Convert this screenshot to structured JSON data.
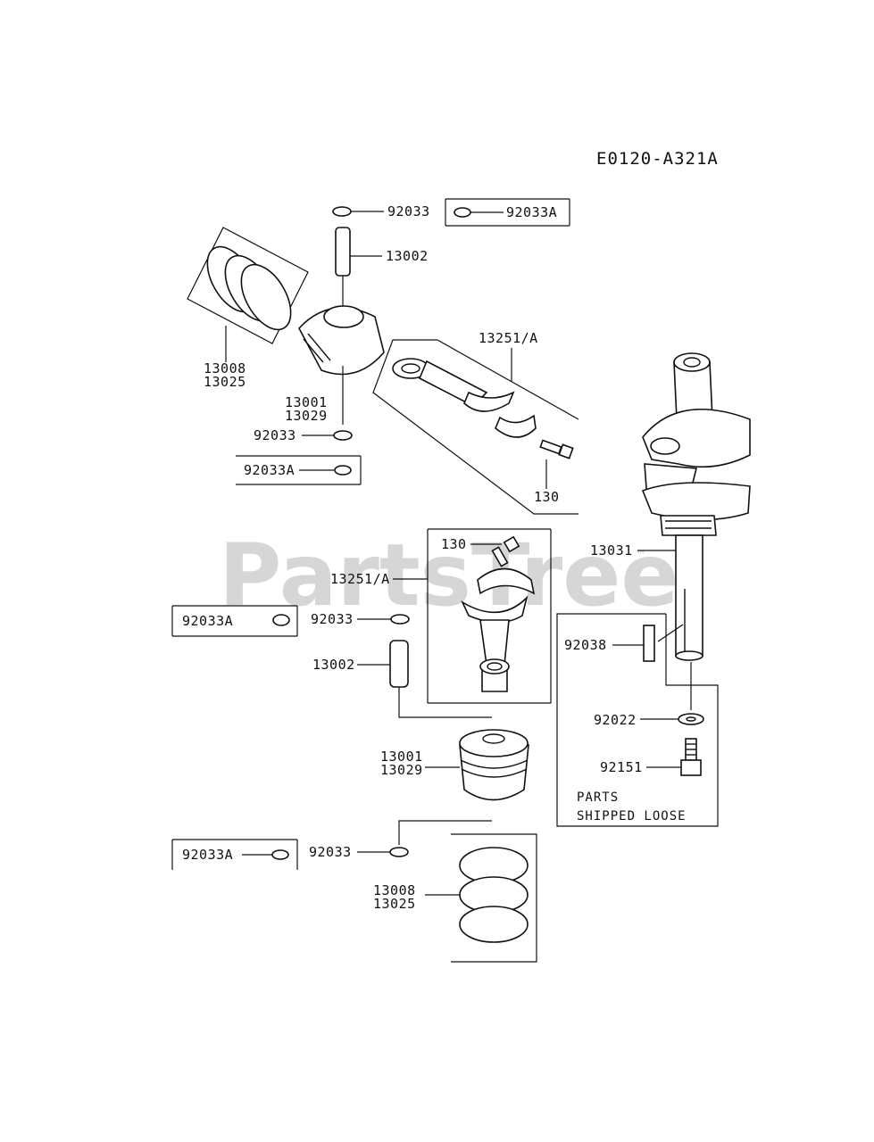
{
  "diagram_code": "E0120-A321A",
  "watermark": "PartsTree",
  "watermark_tm": "™",
  "note": {
    "line1": "PARTS",
    "line2": "SHIPPED LOOSE"
  },
  "labels": {
    "top_circlip": "92033",
    "top_circlip_alt": "92033A",
    "top_pin": "13002",
    "top_rings_a": "13008",
    "top_rings_b": "13025",
    "top_piston_a": "13001",
    "top_piston_b": "13029",
    "top_circlip_lower": "92033",
    "top_circlip_lower_alt": "92033A",
    "top_rod": "13251/A",
    "top_bolt": "130",
    "crankshaft": "13031",
    "mid_bolt": "130",
    "mid_rod": "13251/A",
    "mid_circlip_alt": "92033A",
    "mid_circlip": "92033",
    "mid_pin": "13002",
    "key": "92038",
    "washer": "92022",
    "crank_bolt": "92151",
    "low_piston_a": "13001",
    "low_piston_b": "13029",
    "low_circlip_alt": "92033A",
    "low_circlip": "92033",
    "low_rings_a": "13008",
    "low_rings_b": "13025"
  }
}
